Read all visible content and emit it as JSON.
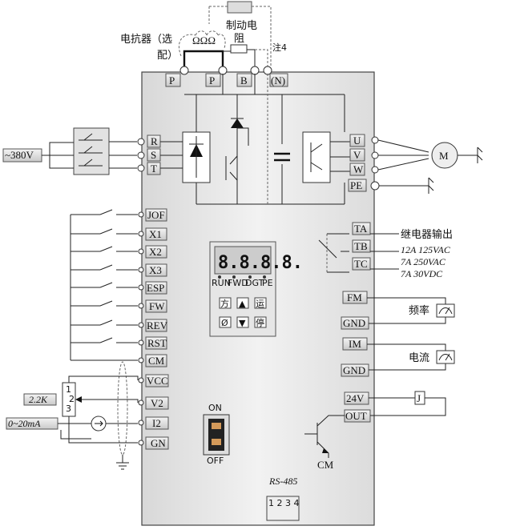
{
  "top": {
    "reactor_label_1": "电抗器（选",
    "reactor_label_2": "配）",
    "brake_label_1": "制动电",
    "brake_label_2": "阻",
    "note": "注4"
  },
  "dc_terminals": [
    "P",
    "P",
    "B",
    "(N)"
  ],
  "input": {
    "voltage": "~380V",
    "terminals": [
      "R",
      "S",
      "T"
    ]
  },
  "output": {
    "terminals": [
      "U",
      "V",
      "W",
      "PE"
    ],
    "motor": "M"
  },
  "digital_inputs": [
    "JOF",
    "X1",
    "X2",
    "X3",
    "ESP",
    "FW",
    "REV",
    "RST",
    "CM"
  ],
  "analog_inputs": [
    "VCC",
    "V2",
    "I2",
    "GN"
  ],
  "potentiometer": {
    "value": "2.2K",
    "pins": [
      "1",
      "2",
      "3"
    ]
  },
  "current_source": "0~20mA",
  "relay": {
    "terminals": [
      "TA",
      "TB",
      "TC"
    ],
    "title": "继电器输出",
    "rating1": "12A 125VAC",
    "rating2": "7A 250VAC",
    "rating3": "7A 30VDC"
  },
  "analog_outputs": [
    {
      "terminal": "FM",
      "gnd": "GND",
      "meter_label": "频率"
    },
    {
      "terminal": "IM",
      "gnd": "GND",
      "meter_label": "电流"
    }
  ],
  "open_collector": {
    "supply": "24V",
    "out": "OUT",
    "load": "J",
    "emitter": "CM"
  },
  "keypad": {
    "display": "8.8.8.8.",
    "leds": [
      "RUN",
      "FWD",
      "DGT",
      "PE"
    ],
    "keys": [
      "方",
      "▲",
      "运",
      "Ø",
      "▼",
      "停"
    ]
  },
  "switch": {
    "on": "ON",
    "off": "OFF"
  },
  "comm": {
    "label": "RS-485",
    "pins": "1 2 3 4"
  }
}
